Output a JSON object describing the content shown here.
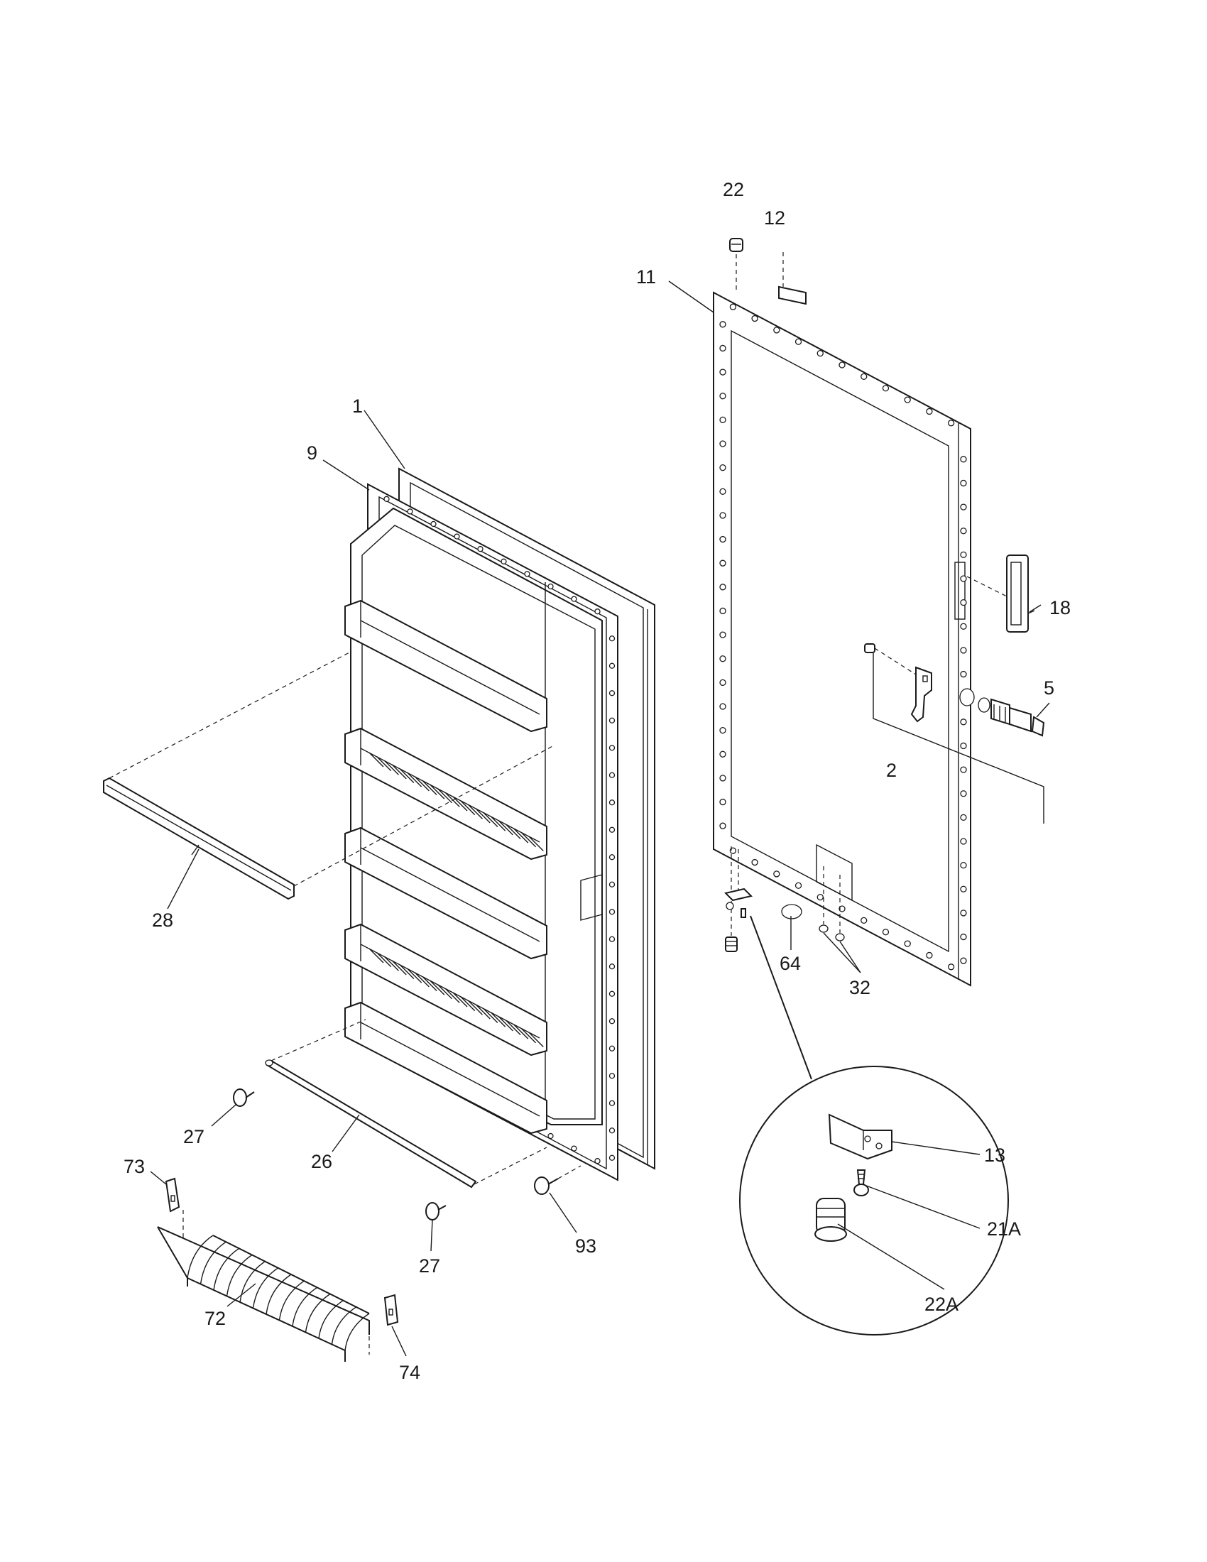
{
  "callouts": {
    "c1": "1",
    "c2": "2",
    "c5": "5",
    "c9": "9",
    "c11": "11",
    "c12": "12",
    "c13": "13",
    "c18": "18",
    "c21a": "21A",
    "c22": "22",
    "c22a": "22A",
    "c26": "26",
    "c27a": "27",
    "c27b": "27",
    "c28": "28",
    "c32": "32",
    "c64": "64",
    "c72": "72",
    "c73": "73",
    "c74": "74",
    "c93": "93"
  }
}
